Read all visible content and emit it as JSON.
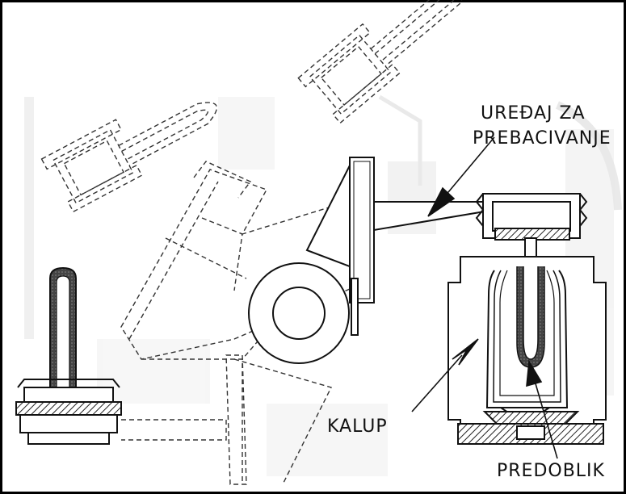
{
  "labels": {
    "transfer_line1": "UREĐAJ ZA",
    "transfer_line2": "PREBACIVANJE",
    "mold": "KALUP",
    "preform": "PREDOBLIK"
  },
  "colors": {
    "ink": "#111111",
    "paper": "#ffffff",
    "bleed": "#d4d4d4"
  }
}
